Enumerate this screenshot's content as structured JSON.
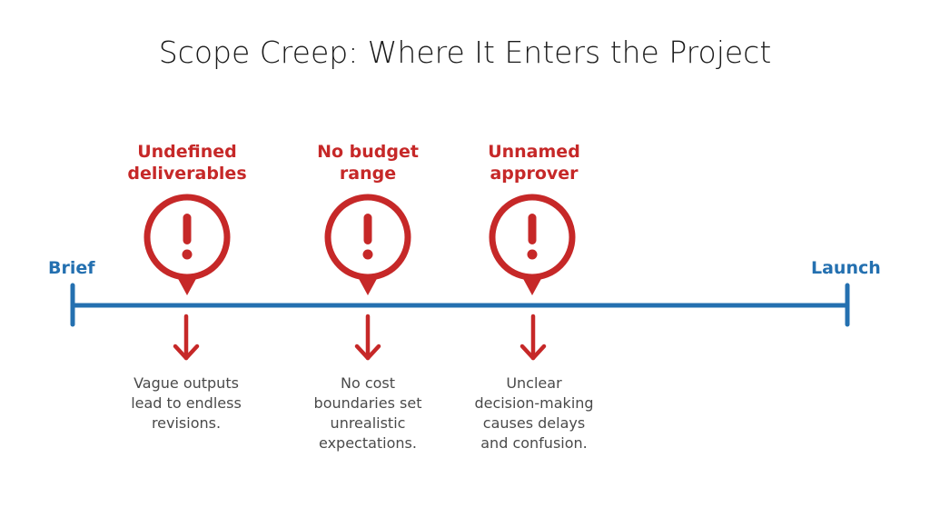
{
  "title": "Scope Creep: Where It Enters the Project",
  "colors": {
    "timeline": "#2470b0",
    "alert": "#c62828",
    "description_text": "#4a4a4a",
    "title_text": "#1a1a1a"
  },
  "timeline": {
    "start_label": "Brief",
    "end_label": "Launch"
  },
  "risks": [
    {
      "title_line1": "Undefined",
      "title_line2": "deliverables",
      "icon": "exclamation-pin-icon",
      "desc_line1": "Vague outputs",
      "desc_line2": "lead to endless",
      "desc_line3": "revisions.",
      "desc_line4": ""
    },
    {
      "title_line1": "No budget",
      "title_line2": "range",
      "icon": "exclamation-pin-icon",
      "desc_line1": "No cost",
      "desc_line2": "boundaries set",
      "desc_line3": "unrealistic",
      "desc_line4": "expectations."
    },
    {
      "title_line1": "Unnamed",
      "title_line2": "approver",
      "icon": "exclamation-pin-icon",
      "desc_line1": "Unclear",
      "desc_line2": "decision-making",
      "desc_line3": "causes delays",
      "desc_line4": "and confusion."
    }
  ]
}
